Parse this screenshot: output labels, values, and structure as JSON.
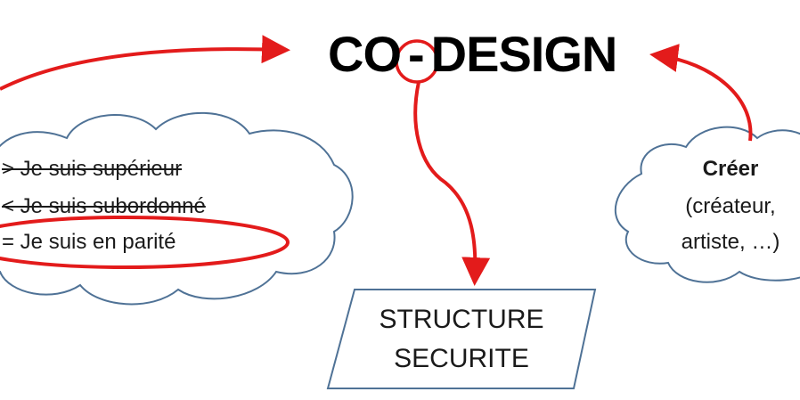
{
  "title": {
    "part1": "CO",
    "dash": "-",
    "part2": "DESIGN"
  },
  "left_cloud": {
    "lines": [
      "> Je suis supérieur",
      "< Je suis subordonné",
      "= Je suis en parité"
    ]
  },
  "right_cloud": {
    "lines": [
      "Créer",
      "(créateur,",
      "artiste, …)"
    ]
  },
  "center_box": {
    "lines": [
      "STRUCTURE",
      "SECURITE"
    ]
  },
  "colors": {
    "arrow": "#e31b1b",
    "outline": "#4f7296",
    "text": "#1a1a1a"
  }
}
